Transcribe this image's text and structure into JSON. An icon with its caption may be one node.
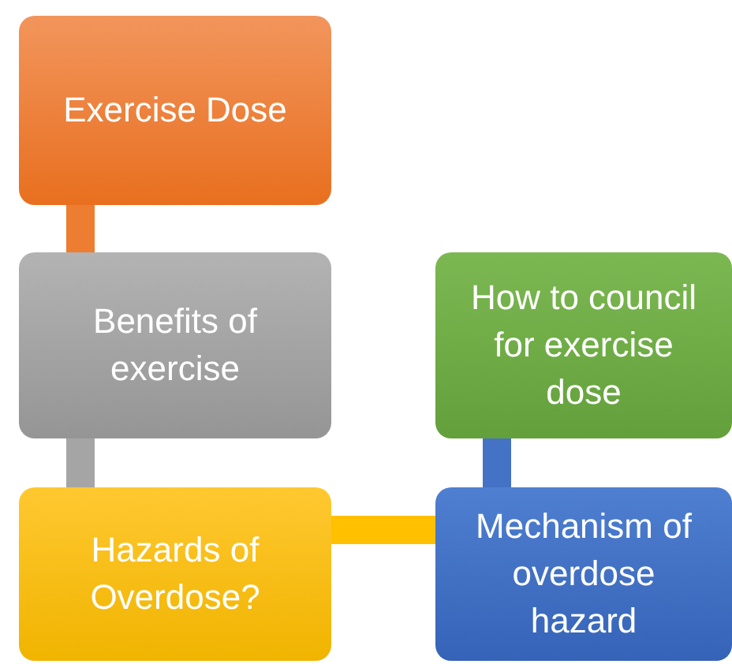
{
  "diagram": {
    "nodes": [
      {
        "text": [
          "Exercise Dose"
        ]
      },
      {
        "text": [
          "Benefits of exercise"
        ]
      },
      {
        "text": [
          "Hazards of Overdose?"
        ]
      },
      {
        "text": [
          "How to council for exercise dose"
        ]
      },
      {
        "text": [
          "Mechanism of overdose hazard"
        ]
      }
    ],
    "edges": [
      {
        "from": 0,
        "to": 1,
        "arrow": "none",
        "color": "#ed7d31"
      },
      {
        "from": 1,
        "to": 2,
        "arrow": "none",
        "color": "#a5a5a5"
      },
      {
        "from": 2,
        "to": 4,
        "arrow": "none",
        "color": "#ffc000"
      },
      {
        "from": 3,
        "to": 4,
        "arrow": "none",
        "color": "#4472c4"
      }
    ]
  }
}
